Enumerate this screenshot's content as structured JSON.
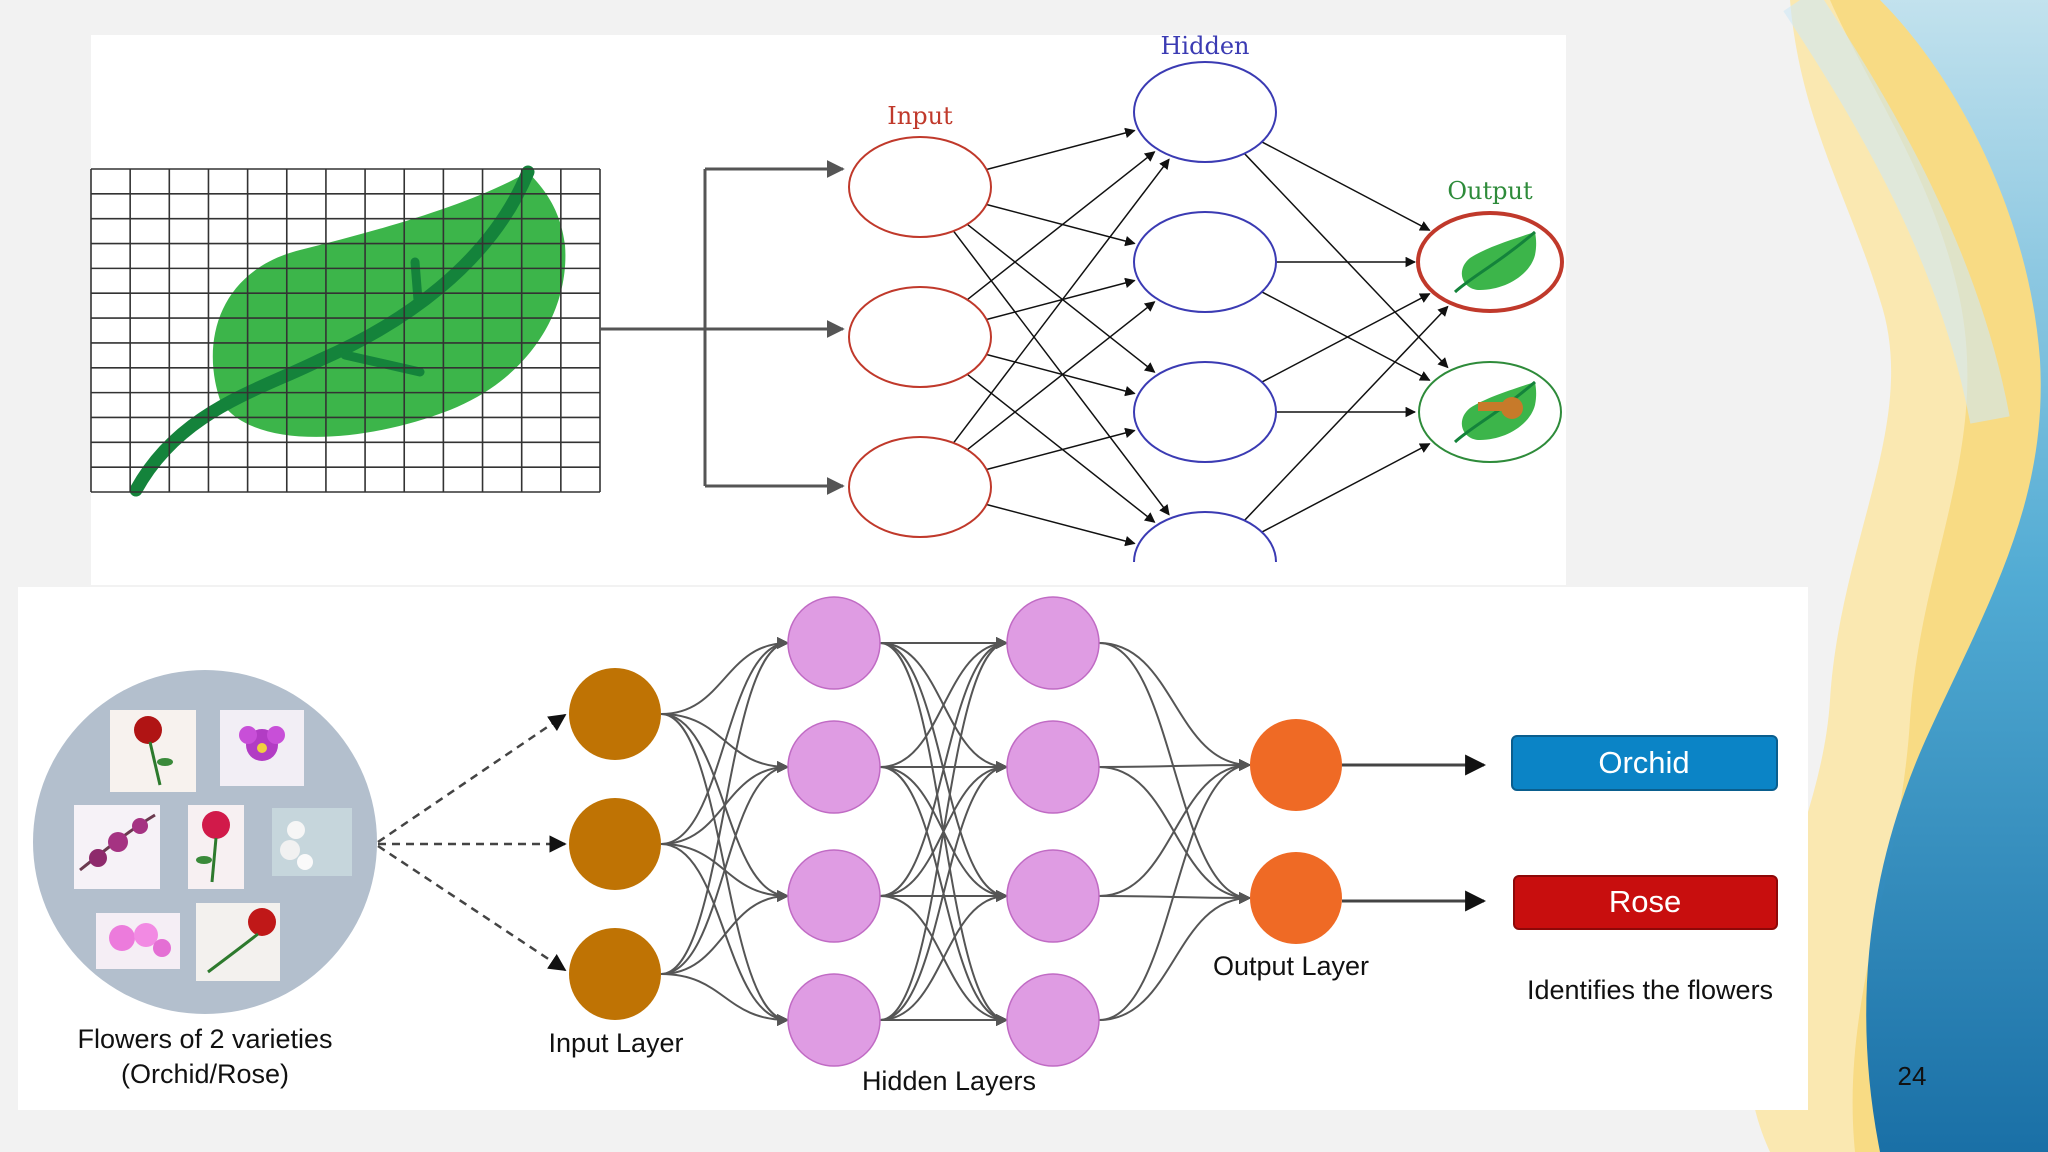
{
  "top_diagram": {
    "input_label": "Input",
    "hidden_label": "Hidden",
    "output_label": "Output",
    "colors": {
      "input": "#c0392b",
      "hidden": "#3b3bb3",
      "output": "#2e8b3a",
      "leaf": "#3cb54a",
      "vein": "#14833b"
    }
  },
  "bottom_diagram": {
    "flowers_caption_line1": "Flowers of 2 varieties",
    "flowers_caption_line2": "(Orchid/Rose)",
    "input_layer_label": "Input Layer",
    "hidden_layers_label": "Hidden Layers",
    "output_layer_label": "Output Layer",
    "result_orchid": "Orchid",
    "result_rose": "Rose",
    "result_caption": "Identifies the flowers",
    "colors": {
      "input_node": "#bf7304",
      "hidden_node": "#df9ce3",
      "output_node": "#ef6a25",
      "orchid_box": "#0b84c6",
      "rose_box": "#c80e0e"
    }
  },
  "page_number": "24"
}
